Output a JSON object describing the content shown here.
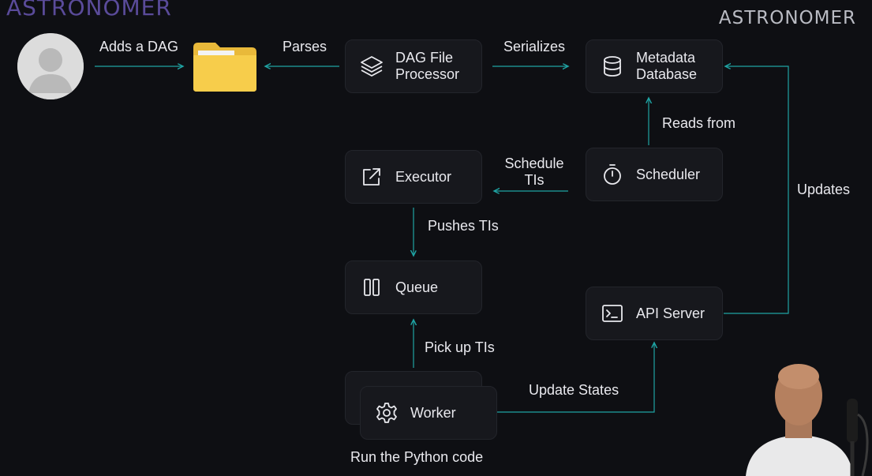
{
  "logos": {
    "left": "ASTRONOMER",
    "right": "ASTRONOMER"
  },
  "nodes": {
    "dag_file_processor": {
      "line1": "DAG File",
      "line2": "Processor",
      "icon": "layers-icon"
    },
    "metadata_database": {
      "line1": "Metadata",
      "line2": "Database",
      "icon": "database-icon"
    },
    "executor": {
      "label": "Executor",
      "icon": "external-link-icon"
    },
    "scheduler": {
      "label": "Scheduler",
      "icon": "stopwatch-icon"
    },
    "queue": {
      "label": "Queue",
      "icon": "pause-columns-icon"
    },
    "api_server": {
      "label": "API Server",
      "icon": "terminal-icon"
    },
    "worker": {
      "label": "Worker",
      "icon": "gear-icon"
    }
  },
  "edges": {
    "adds_a_dag": "Adds a DAG",
    "parses": "Parses",
    "serializes": "Serializes",
    "reads_from": "Reads from",
    "schedule_tis_line1": "Schedule",
    "schedule_tis_line2": "TIs",
    "updates": "Updates",
    "pushes_tis": "Pushes TIs",
    "pick_up_tis": "Pick up TIs",
    "update_states": "Update States"
  },
  "captions": {
    "run_python": "Run the Python code"
  },
  "colors": {
    "background": "#0e0f13",
    "card": "#17181d",
    "connector": "#1fa3a3",
    "folder": "#f7cd4b",
    "logo_left": "#5a4b9a",
    "logo_right": "#b9bbc3"
  }
}
